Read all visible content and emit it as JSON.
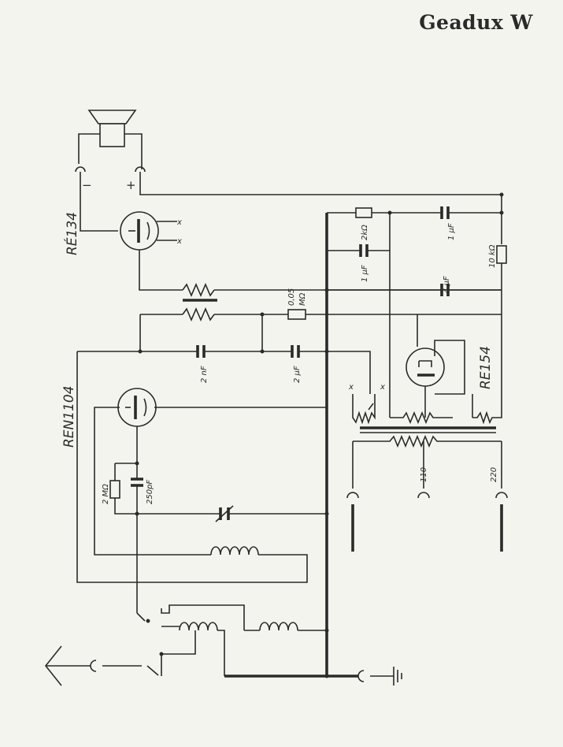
{
  "title": "Geadux W",
  "tubes": {
    "output": "RÉ134",
    "detector": "REN1104",
    "rectifier": "RE154"
  },
  "labels": {
    "plus": "+",
    "minus": "−",
    "r_grid": "0,05",
    "r_grid_unit": "MΩ",
    "c_2nf": "2 nF",
    "c_2uf": "2 μF",
    "r_2k": "2kΩ",
    "c_1uf_a": "1 μF",
    "c_1uf_b": "1 μF",
    "c_4uf": "4 μF",
    "r_10k": "10 kΩ",
    "r_2m": "2 MΩ",
    "c_250pf": "250pF",
    "tap_110": "110",
    "tap_220": "220"
  },
  "colors": {
    "ink": "#2a2a2a",
    "paper": "#f4f4ef"
  }
}
